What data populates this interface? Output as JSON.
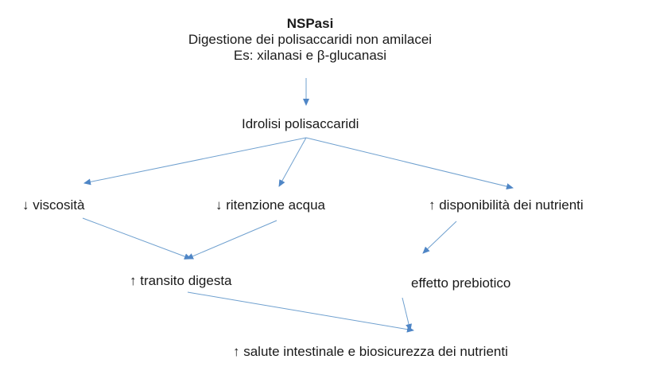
{
  "header": {
    "title": "NSPasi",
    "subtitle": "Digestione dei polisaccaridi non amilacei",
    "example": "Es: xilanasi e β-glucanasi"
  },
  "nodes": {
    "hydrolysis": "Idrolisi polisaccaridi",
    "viscosity": "↓ viscosità",
    "water_retention": "↓ ritenzione acqua",
    "nutrient_availability": "↑ disponibilità dei nutrienti",
    "digesta_transit": "↑ transito digesta",
    "prebiotic_effect": "effetto prebiotico",
    "gut_health": "↑ salute intestinale e biosicurezza dei nutrienti"
  },
  "style": {
    "arrow_color": "#6fa0cf",
    "arrowhead_color": "#4f86c6",
    "text_color": "#1a1a1a"
  },
  "edges": [
    {
      "from": "header",
      "to": "hydrolysis"
    },
    {
      "from": "hydrolysis",
      "to": "viscosity"
    },
    {
      "from": "hydrolysis",
      "to": "water_retention"
    },
    {
      "from": "hydrolysis",
      "to": "nutrient_availability"
    },
    {
      "from": "viscosity",
      "to": "digesta_transit"
    },
    {
      "from": "water_retention",
      "to": "digesta_transit"
    },
    {
      "from": "nutrient_availability",
      "to": "prebiotic_effect"
    },
    {
      "from": "digesta_transit",
      "to": "gut_health"
    },
    {
      "from": "prebiotic_effect",
      "to": "gut_health"
    }
  ]
}
